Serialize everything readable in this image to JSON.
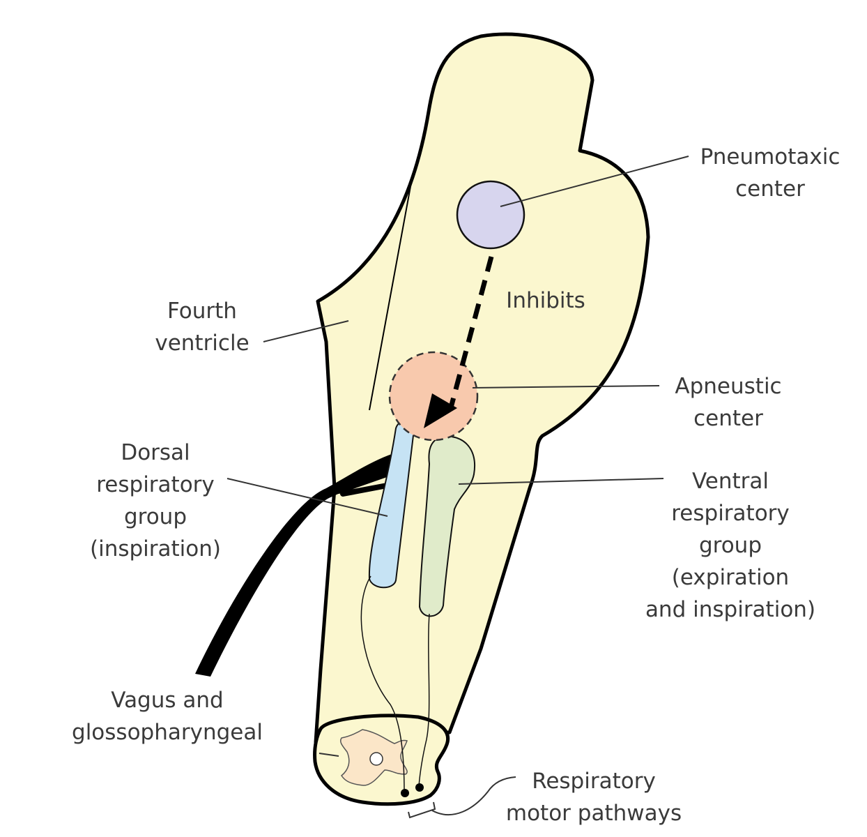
{
  "labels": {
    "pneumotaxic": [
      "Pneumotaxic",
      "center"
    ],
    "inhibits": "Inhibits",
    "fourth_ventricle": [
      "Fourth",
      "ventricle"
    ],
    "apneustic": [
      "Apneustic",
      "center"
    ],
    "dorsal_group": [
      "Dorsal",
      "respiratory",
      "group",
      "(inspiration)"
    ],
    "ventral_group": [
      "Ventral",
      "respiratory",
      "group",
      "(expiration",
      "and inspiration)"
    ],
    "vagus": [
      "Vagus and",
      "glossopharyngeal"
    ],
    "motor_pathways": [
      "Respiratory",
      "motor pathways"
    ]
  },
  "colors": {
    "brainstem": "#fbf7cf",
    "outline": "#000000",
    "pneumotaxic_center": "#d7d5ee",
    "apneustic_center": "#f8c9ad",
    "dorsal_group": "#c6e3f4",
    "ventral_group": "#e0ebca",
    "spinal_gray": "#fbe6c8",
    "leader_line": "#333333"
  }
}
